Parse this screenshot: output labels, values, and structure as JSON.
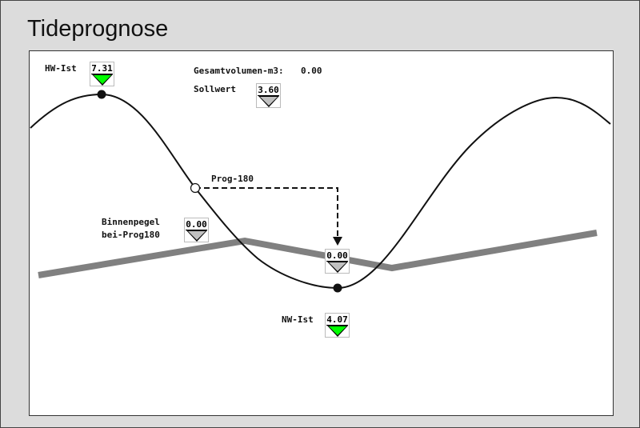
{
  "title": "Tideprognose",
  "colors": {
    "ok": "#00ff00",
    "neutral": "#c0c0c0",
    "curve": "#111111",
    "inland": "#808080"
  },
  "labels": {
    "hw_ist": "HW-Ist",
    "nw_ist": "NW-Ist",
    "gesamtvolumen": "Gesamtvolumen-m3:",
    "sollwert": "Sollwert",
    "binnenpegel_line1": "Binnenpegel",
    "binnenpegel_line2": "bei-Prog180",
    "prog": "Prog-180"
  },
  "values": {
    "hw_ist": "7.31",
    "nw_ist": "4.07",
    "gesamtvolumen": "0.00",
    "sollwert": "3.60",
    "binnenpegel": "0.00",
    "prog": "0.00"
  }
}
